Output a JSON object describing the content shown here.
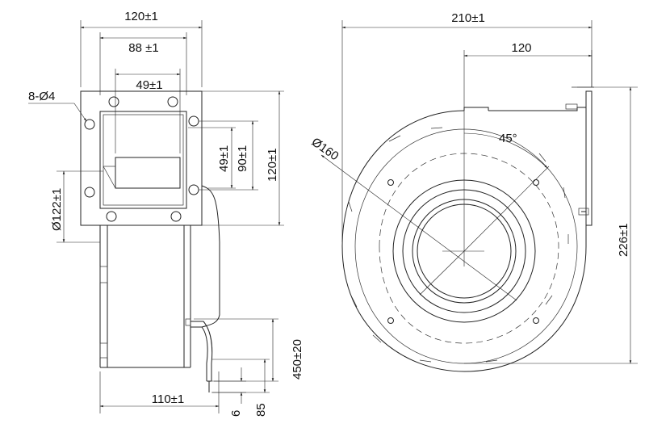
{
  "front_view": {
    "width_label": "120±1",
    "hole_spacing_h_label": "88 ±1",
    "inner_width_label": "49±1",
    "holes_label": "8-Ø4",
    "diameter_label": "Ø122±1",
    "inner_height_label": "49±1",
    "hole_spacing_v_label": "90±1",
    "height_label": "120±1",
    "depth_label": "110±1",
    "cable_length_label": "450±20",
    "wire_strip_label": "6",
    "wire_length_label": "85"
  },
  "side_view": {
    "overall_width_label": "210±1",
    "center_offset_label": "120",
    "angle_label": "45°",
    "wheel_diameter_label": "Ø160",
    "overall_height_label": "226±1"
  }
}
